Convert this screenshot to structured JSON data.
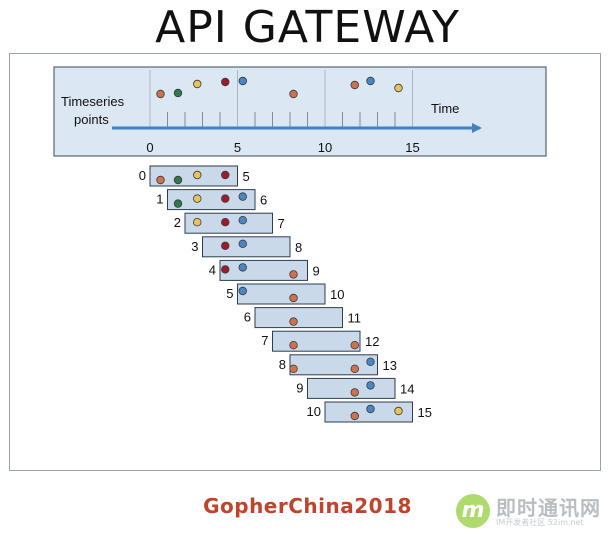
{
  "title": "API GATEWAY",
  "footer": "GopherChina2018",
  "watermark": {
    "logo_letter": "m",
    "name": "即时通讯网",
    "sub": "IM开发者社区 52im.net"
  },
  "timeline": {
    "left_label_line1": "Timeseries",
    "left_label_line2": "points",
    "axis_label": "Time",
    "ticks": [
      0,
      5,
      10,
      15
    ]
  },
  "colors": {
    "orange": "#d0714e",
    "green": "#2f7a4a",
    "yellow": "#e8c25a",
    "red": "#9d1c2c",
    "blue": "#4a86c5",
    "box_fill": "#c9d9ea",
    "box_stroke": "#2d3d52",
    "arrow": "#3f83c3",
    "panel_fill": "#dbe7f3"
  },
  "points": [
    {
      "t": 0.6,
      "color": "orange"
    },
    {
      "t": 1.6,
      "color": "green"
    },
    {
      "t": 2.7,
      "color": "yellow"
    },
    {
      "t": 4.3,
      "color": "red"
    },
    {
      "t": 5.3,
      "color": "blue"
    },
    {
      "t": 8.2,
      "color": "orange"
    },
    {
      "t": 11.7,
      "color": "orange"
    },
    {
      "t": 12.6,
      "color": "blue"
    },
    {
      "t": 14.2,
      "color": "yellow"
    }
  ],
  "windows": [
    {
      "start": "0",
      "end": "5"
    },
    {
      "start": "1",
      "end": "6"
    },
    {
      "start": "2",
      "end": "7"
    },
    {
      "start": "3",
      "end": "8"
    },
    {
      "start": "4",
      "end": "9"
    },
    {
      "start": "5",
      "end": "10"
    },
    {
      "start": "6",
      "end": "11"
    },
    {
      "start": "7",
      "end": "12"
    },
    {
      "start": "8",
      "end": "13"
    },
    {
      "start": "9",
      "end": "14"
    },
    {
      "start": "10",
      "end": "15"
    }
  ]
}
